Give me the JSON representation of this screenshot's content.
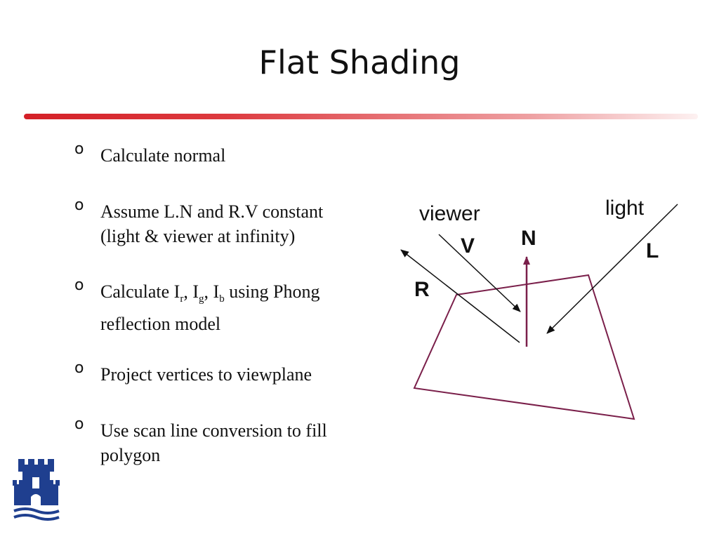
{
  "slide": {
    "title": "Flat Shading"
  },
  "bullets": [
    {
      "text": "Calculate normal"
    },
    {
      "text": "Assume L.N and R.V constant (light & viewer at infinity)"
    },
    {
      "pre": "Calculate I",
      "sub1": "r",
      "mid1": ", I",
      "sub2": "g",
      "mid2": ", I",
      "sub3": "b",
      "post": " using Phong reflection model"
    },
    {
      "text": "Project vertices to viewplane"
    },
    {
      "text": "Use scan line conversion to fill polygon"
    }
  ],
  "bullet_marker": "o",
  "diagram": {
    "labels": {
      "viewer": "viewer",
      "light": "light",
      "V": "V",
      "N": "N",
      "L": "L",
      "R": "R"
    },
    "colors": {
      "polygon": "#7a1f4a",
      "normal": "#7a1f4a",
      "vectors": "#111111"
    }
  },
  "colors": {
    "title_rule_start": "#d42027",
    "title_rule_end": "#fdf1f1",
    "logo_blue": "#1f3f8f"
  },
  "logo": {
    "icon": "university-castle-logo"
  }
}
